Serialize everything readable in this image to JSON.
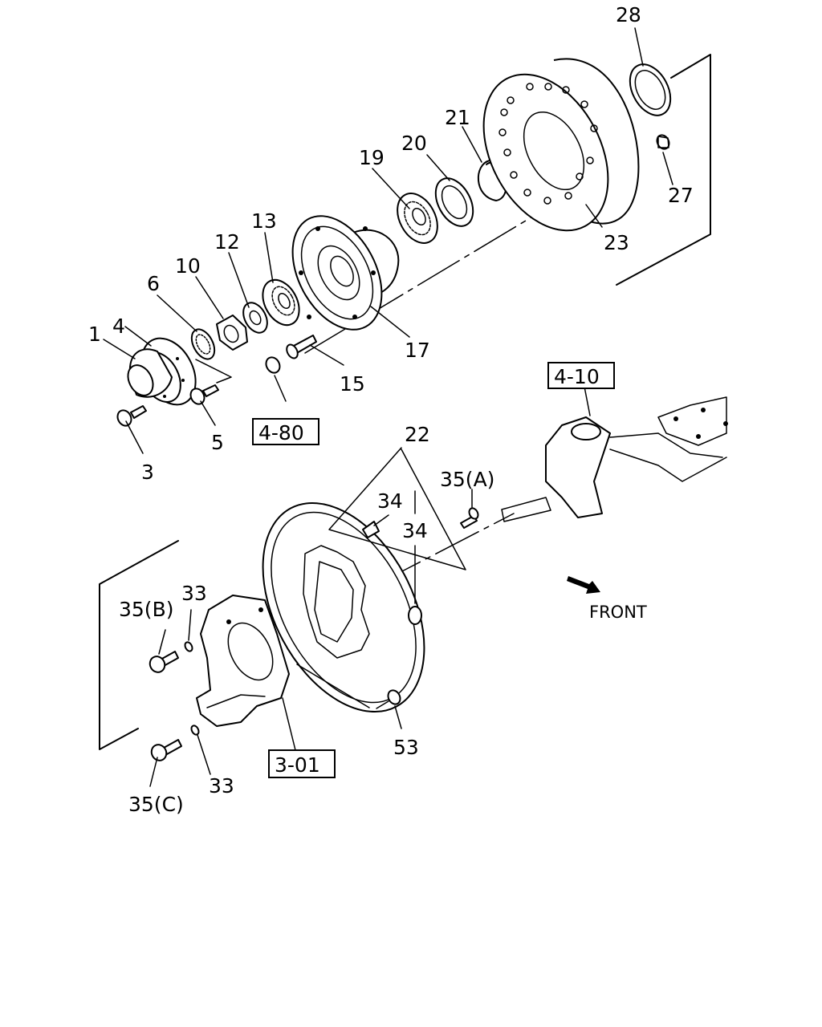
{
  "callouts": {
    "c1": "1",
    "c3": "3",
    "c4": "4",
    "c5": "5",
    "c6": "6",
    "c10": "10",
    "c12": "12",
    "c13": "13",
    "c15": "15",
    "c17": "17",
    "c19": "19",
    "c20": "20",
    "c21": "21",
    "c22": "22",
    "c23": "23",
    "c27": "27",
    "c28": "28",
    "c33a": "33",
    "c33b": "33",
    "c34a": "34",
    "c34b": "34",
    "c35a": "35(A)",
    "c35b": "35(B)",
    "c35c": "35(C)",
    "c53": "53"
  },
  "references": {
    "r480": "4-80",
    "r410": "4-10",
    "r301": "3-01"
  },
  "front_label": "FRONT"
}
